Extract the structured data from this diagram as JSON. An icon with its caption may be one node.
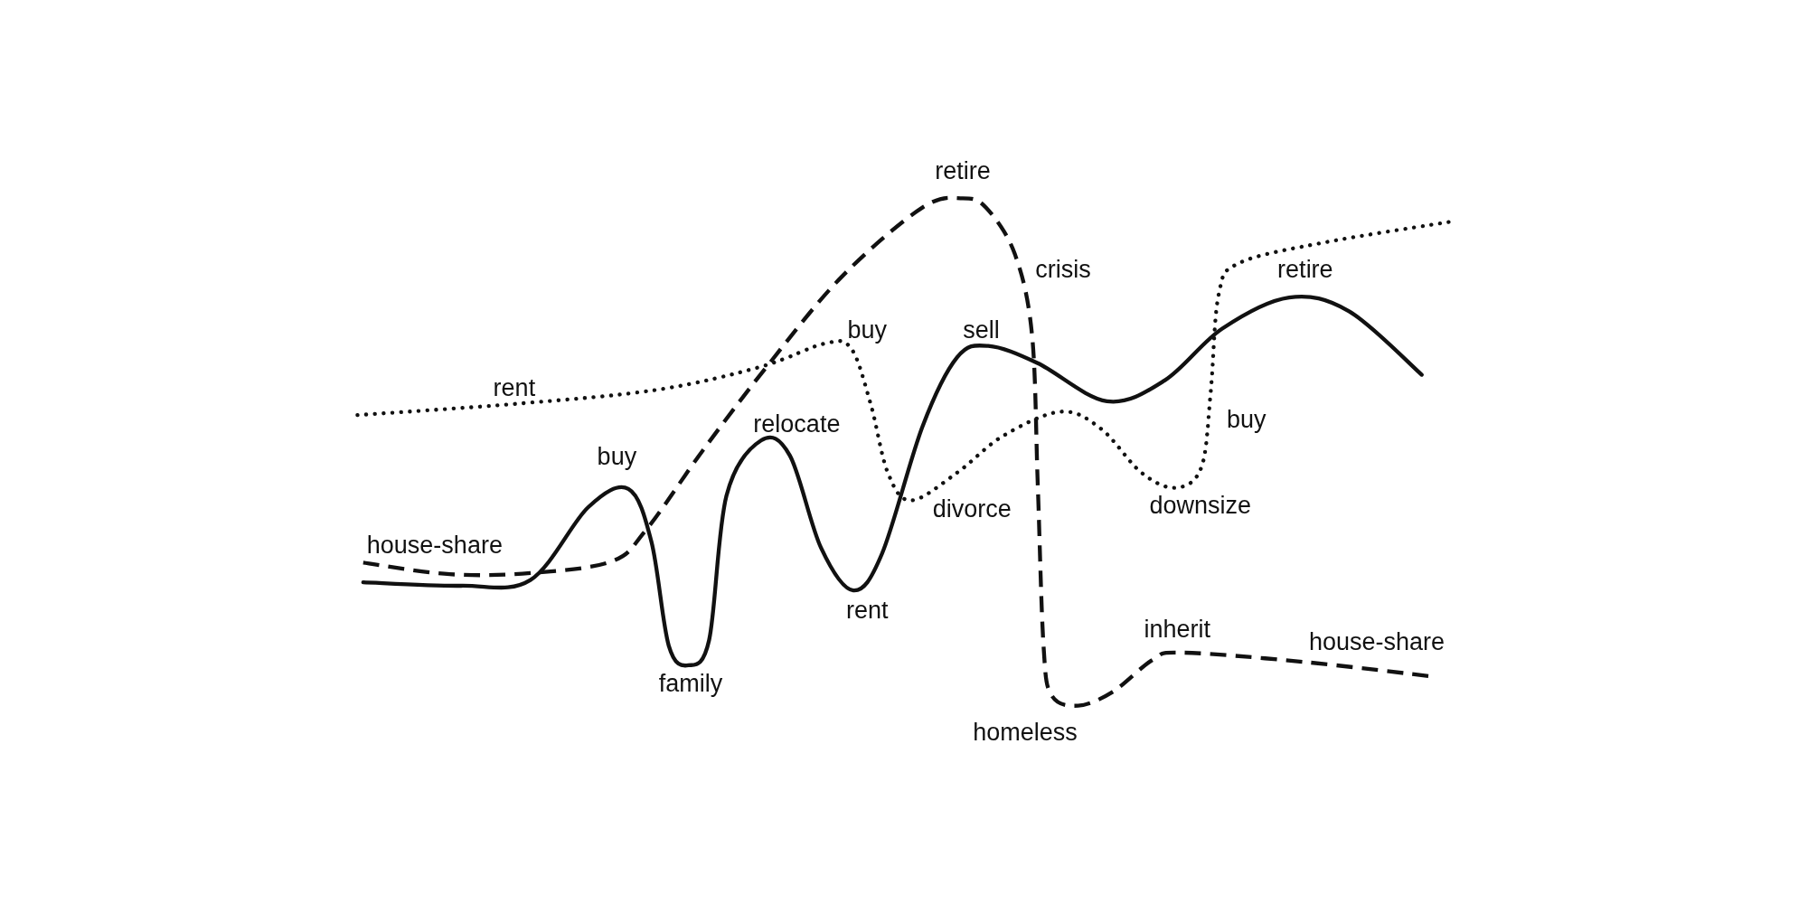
{
  "diagram": {
    "labels": [
      "retire",
      "crisis",
      "retire",
      "buy",
      "sell",
      "rent",
      "relocate",
      "buy",
      "buy",
      "divorce",
      "downsize",
      "house-share",
      "rent",
      "inherit",
      "house-share",
      "family",
      "homeless"
    ]
  }
}
